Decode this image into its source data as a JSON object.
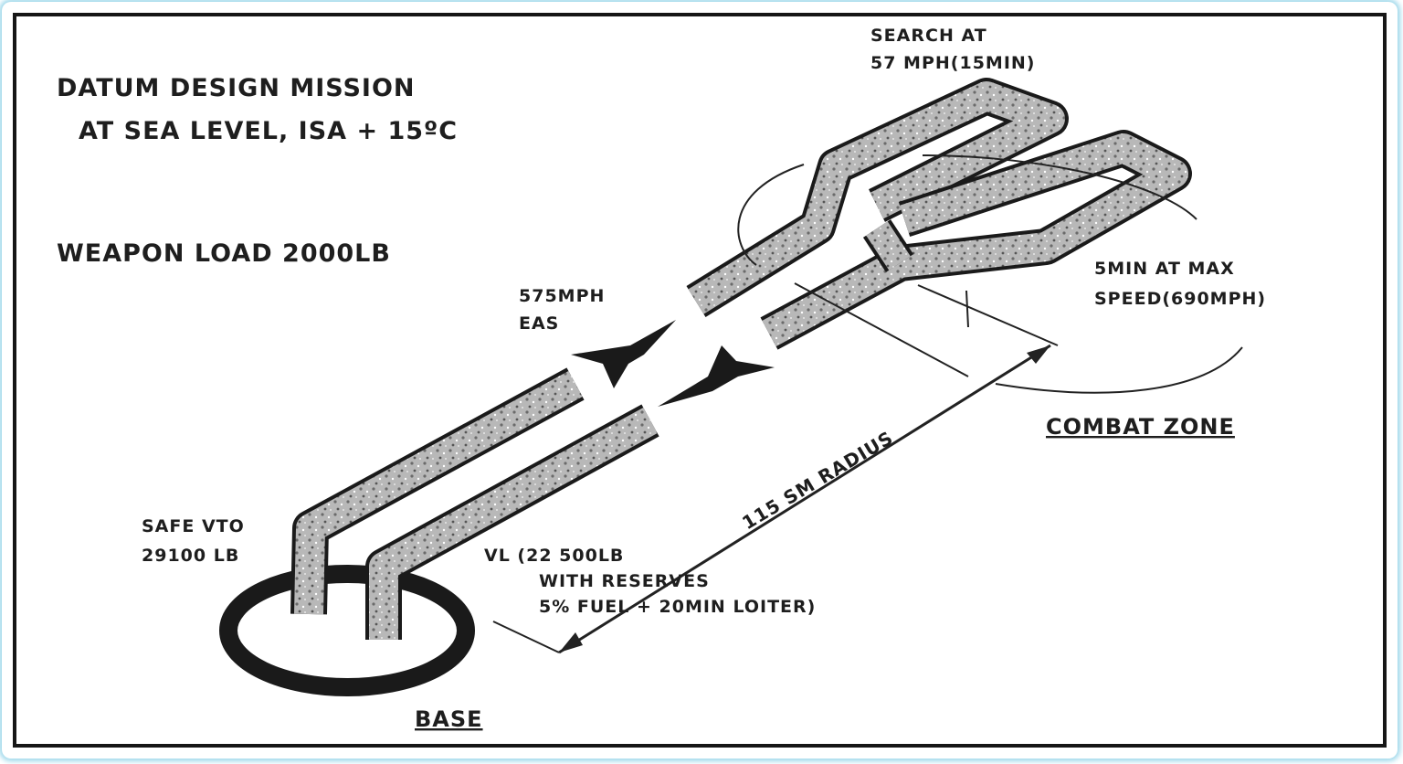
{
  "diagram": {
    "title_line1": "DATUM DESIGN MISSION",
    "title_line2": "AT SEA LEVEL, ISA + 15ºC",
    "weapon_load": "WEAPON LOAD 2000LB",
    "search_line1": "SEARCH AT",
    "search_line2": "57 MPH(15MIN)",
    "max_speed_line1": "5MIN AT MAX",
    "max_speed_line2": "SPEED(690MPH)",
    "cruise_line1": "575MPH",
    "cruise_line2": "EAS",
    "combat_zone": "COMBAT ZONE",
    "radius": "115 SM RADIUS",
    "safe_vto_line1": "SAFE VTO",
    "safe_vto_line2": "29100 LB",
    "vl_line1": "VL (22 500LB",
    "vl_line2": "WITH RESERVES",
    "vl_line3": "5% FUEL + 20MIN LOITER)",
    "base": "BASE"
  },
  "colors": {
    "ink": "#1e1e1e",
    "band_fill": "#b4b4b4",
    "frame_glow": "#9cd7ea"
  }
}
